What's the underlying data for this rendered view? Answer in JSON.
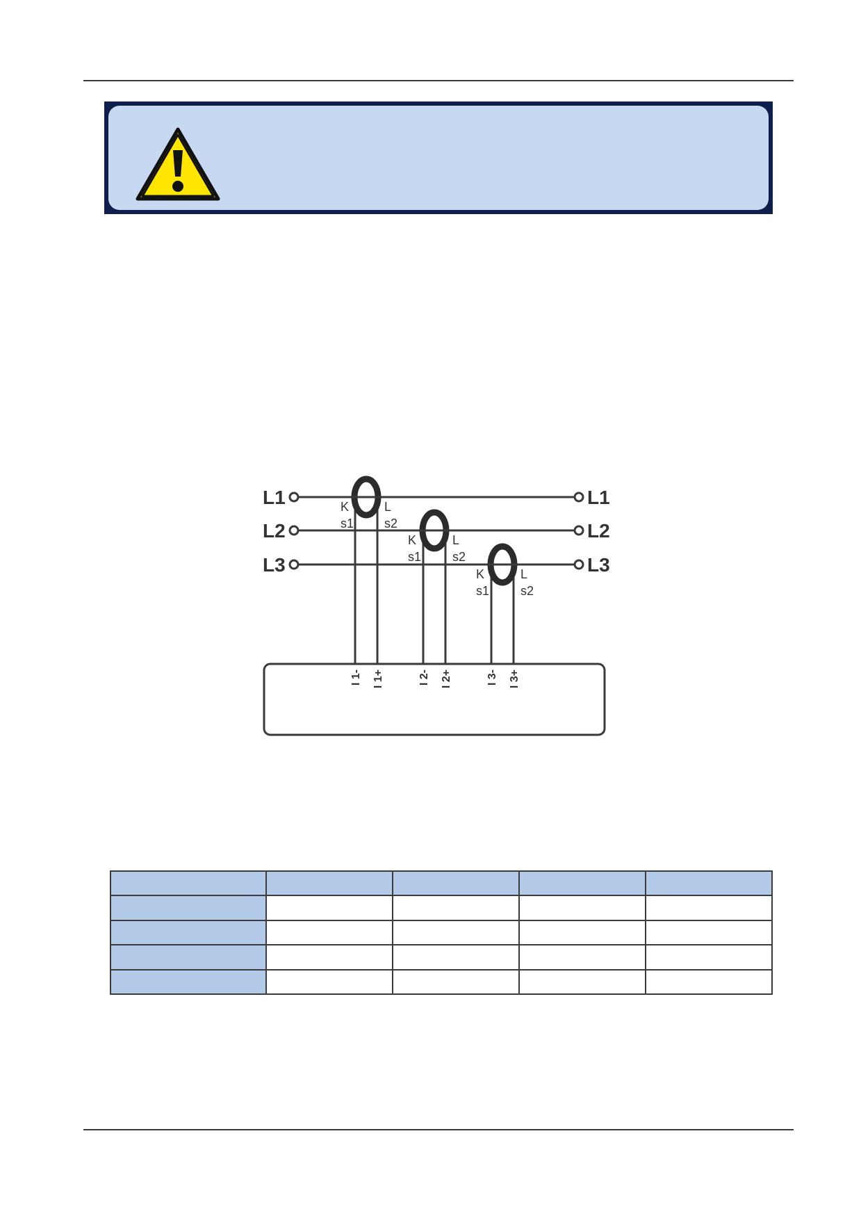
{
  "diagram": {
    "line_labels": [
      "L1",
      "L2",
      "L3"
    ],
    "ct_labels": {
      "k": "K",
      "l": "L",
      "s1": "s1",
      "s2": "s2"
    },
    "terminals": [
      "I 1-",
      "I 1+",
      "I 2-",
      "I 2+",
      "I 3-",
      "I 3+"
    ]
  },
  "table": {
    "rows": 5,
    "cols": 5
  },
  "colors": {
    "warning_frame": "#0d1f4a",
    "warning_fill": "#c6d9f1",
    "warning_icon": "#ffe600",
    "table_header": "#b3cae8",
    "line": "#3a3a3a"
  }
}
